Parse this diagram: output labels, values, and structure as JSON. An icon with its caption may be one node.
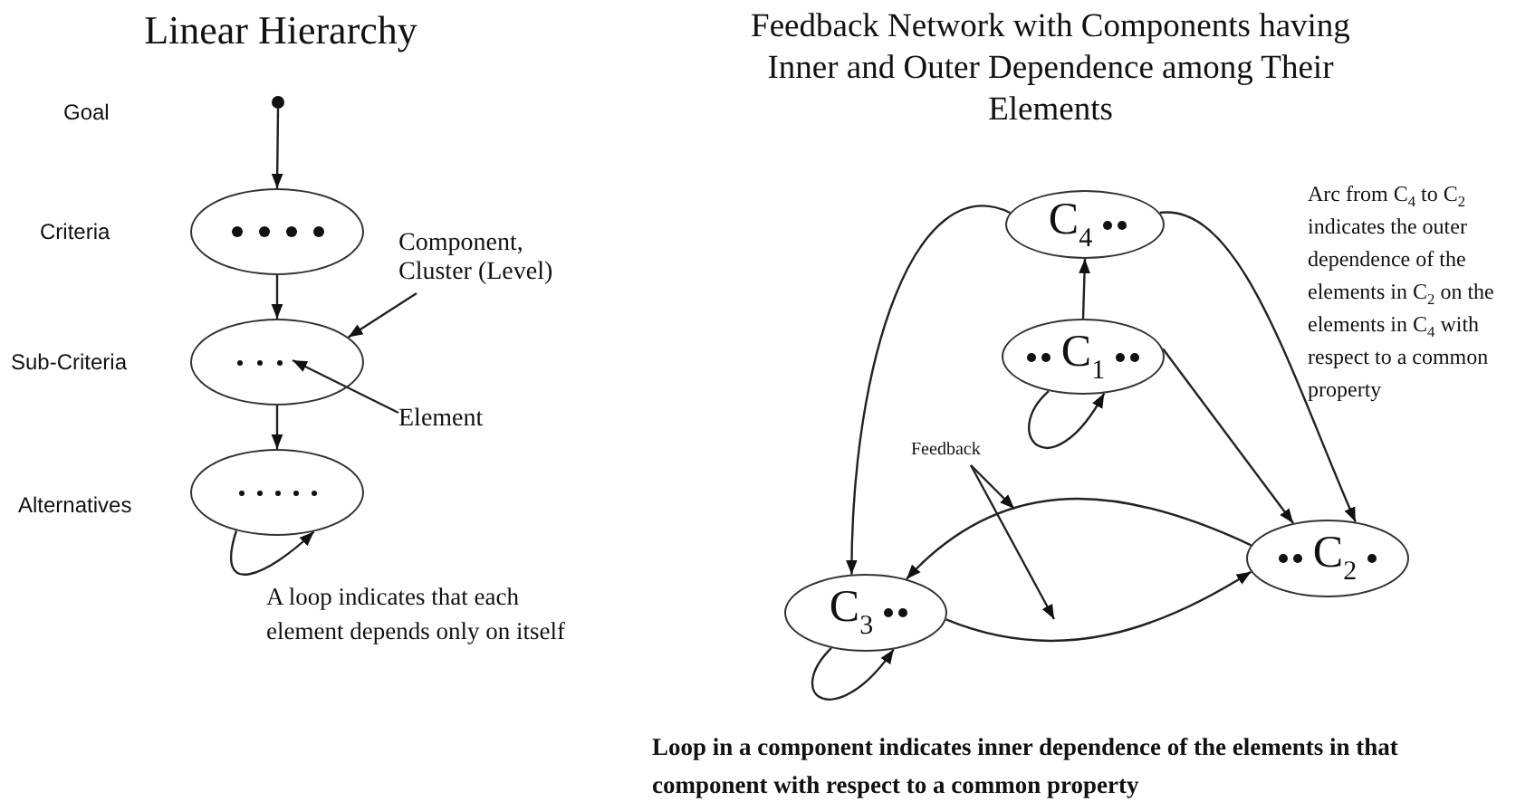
{
  "diagram": {
    "nodes": [
      {
        "text": [],
        "shape": "circle"
      },
      {
        "text": [],
        "shape": "ellipse"
      },
      {
        "text": [],
        "shape": "ellipse"
      },
      {
        "text": [],
        "shape": "dots",
        "in": 2
      },
      {
        "text": [],
        "shape": "ellipse"
      },
      {
        "text": [
          "Component, Cluster (Level)"
        ]
      },
      {
        "text": [
          "Element"
        ]
      },
      {
        "text": [
          "C$_{4}$"
        ]
      },
      {
        "text": [
          "C$_{1}$"
        ]
      },
      {
        "text": [
          "C$_{2}$"
        ]
      },
      {
        "text": [
          "C$_{3}$"
        ]
      },
      {
        "text": [
          "Feedback"
        ]
      }
    ],
    "edges": [
      {
        "from": 0,
        "to": 1,
        "arrow": "to"
      },
      {
        "from": 1,
        "to": 2,
        "arrow": "to"
      },
      {
        "from": 2,
        "to": 4,
        "arrow": "to"
      },
      {
        "from": 4,
        "to": 4,
        "arrow": "to"
      },
      {
        "from": 5,
        "to": 2,
        "arrow": "to"
      },
      {
        "from": 6,
        "to": 3,
        "arrow": "to"
      },
      {
        "from": 8,
        "to": 7,
        "arrow": "to"
      },
      {
        "from": 8,
        "to": 9,
        "arrow": "to"
      },
      {
        "from": 7,
        "to": 9,
        "arrow": "to"
      },
      {
        "from": 7,
        "to": 10,
        "arrow": "to"
      },
      {
        "from": 9,
        "to": 10,
        "arrow": "to"
      },
      {
        "from": 10,
        "to": 9,
        "arrow": "to"
      },
      {
        "from": 8,
        "to": 8,
        "arrow": "to"
      },
      {
        "from": 10,
        "to": 10,
        "arrow": "to"
      },
      {
        "from": 11,
        "to": null,
        "arrow": "to"
      },
      {
        "from": 11,
        "to": null,
        "arrow": "to"
      }
    ],
    "labels": [
      "Linear Hierarchy",
      "Goal",
      "Criteria",
      "Sub-Criteria",
      "Alternatives",
      "Feedback Network with Components having Inner and Outer Dependence among Their Elements",
      "A loop indicates that each element depends only on itself",
      "Arc from C$_{4}$ to C$_{2}$ indicates the outer dependence of the elements in C$_{2}$ on the elements in C$_{4}$ with respect to a common property",
      "Loop in a component indicates inner dependence of the elements in that component with respect to a common property"
    ]
  }
}
